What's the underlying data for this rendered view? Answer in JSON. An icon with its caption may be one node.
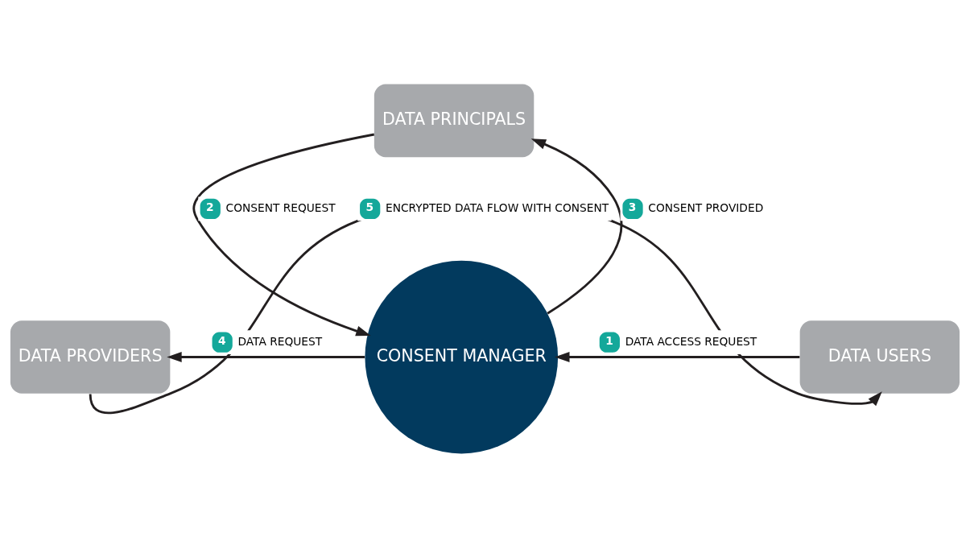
{
  "diagram": {
    "nodes": [
      {
        "text": [
          "DATA PRINCIPALS"
        ]
      },
      {
        "text": [
          "DATA PROVIDERS"
        ]
      },
      {
        "text": [
          "CONSENT MANAGER"
        ]
      },
      {
        "text": [
          "DATA USERS"
        ]
      }
    ],
    "edges": [
      {
        "from": 3,
        "to": 2,
        "arrow": "to",
        "label": "1 DATA ACCESS REQUEST"
      },
      {
        "from": 0,
        "to": 2,
        "arrow": "to",
        "label": "2 CONSENT REQUEST"
      },
      {
        "from": 2,
        "to": 0,
        "arrow": "to",
        "label": "3 CONSENT PROVIDED"
      },
      {
        "from": 2,
        "to": 1,
        "arrow": "to",
        "label": "4 DATA REQUEST"
      },
      {
        "from": 1,
        "to": 3,
        "arrow": "to",
        "label": "5 ENCRYPTED DATA FLOW WITH CONSENT"
      }
    ]
  }
}
